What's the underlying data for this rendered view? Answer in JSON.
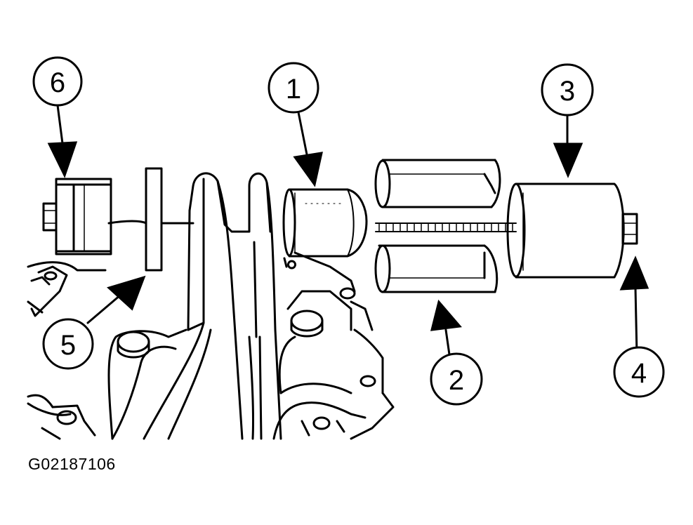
{
  "figure": {
    "code": "G02187106",
    "line_color": "#000000",
    "background": "#ffffff"
  },
  "callouts": [
    {
      "id": "c1",
      "number": "1",
      "part": "receiver-cup"
    },
    {
      "id": "c2",
      "number": "2",
      "part": "split-sleeve"
    },
    {
      "id": "c3",
      "number": "3",
      "part": "puller-cup"
    },
    {
      "id": "c4",
      "number": "4",
      "part": "forcing-nut"
    },
    {
      "id": "c5",
      "number": "5",
      "part": "washer-plate"
    },
    {
      "id": "c6",
      "number": "6",
      "part": "nut-spacer"
    }
  ]
}
